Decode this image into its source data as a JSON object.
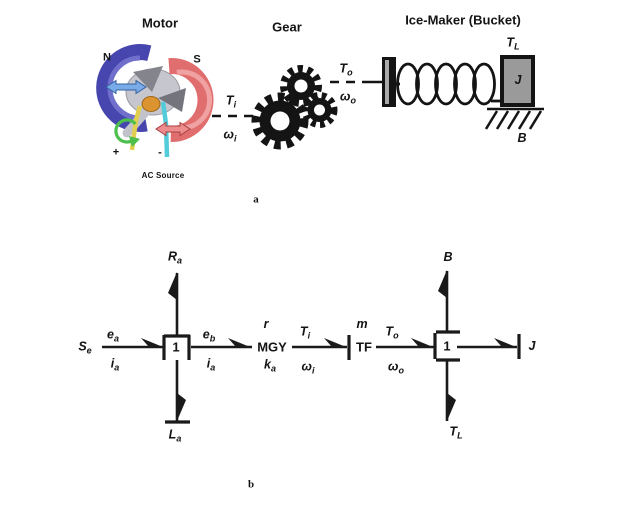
{
  "figure": {
    "caption_a": "a",
    "caption_b": "b"
  },
  "system_diagram": {
    "motor": {
      "title": "Motor",
      "pole_north": "N",
      "pole_south": "S",
      "terminal_plus": "+",
      "terminal_minus": "-",
      "source_label": "AC Source"
    },
    "gear": {
      "title": "Gear",
      "input_torque": {
        "main": "T",
        "sub": "i"
      },
      "input_speed": {
        "main": "ω",
        "sub": "i"
      },
      "output_torque": {
        "main": "T",
        "sub": "o"
      },
      "output_speed": {
        "main": "ω",
        "sub": "o"
      }
    },
    "ice_maker": {
      "title": "Ice-Maker (Bucket)",
      "load_torque": {
        "main": "T",
        "sub": "L"
      },
      "inertia": "J",
      "damping": "B"
    }
  },
  "bond_graph": {
    "source": {
      "main": "S",
      "sub": "e"
    },
    "junction_left": "1",
    "junction_right": "1",
    "resistance": {
      "main": "R",
      "sub": "a"
    },
    "inductance": {
      "main": "L",
      "sub": "a"
    },
    "gyrator": {
      "name": "MGY",
      "top": "r",
      "bottom": {
        "main": "k",
        "sub": "a"
      }
    },
    "transformer": {
      "name": "TF",
      "top": "m"
    },
    "damping": "B",
    "load_torque": {
      "main": "T",
      "sub": "L"
    },
    "inertia": "J",
    "bond_source": {
      "effort": {
        "main": "e",
        "sub": "a"
      },
      "flow": {
        "main": "i",
        "sub": "a"
      }
    },
    "bond_emf": {
      "effort": {
        "main": "e",
        "sub": "b"
      },
      "flow": {
        "main": "i",
        "sub": "a"
      }
    },
    "bond_motor": {
      "effort": {
        "main": "T",
        "sub": "i"
      },
      "flow": {
        "main": "ω",
        "sub": "i"
      }
    },
    "bond_output": {
      "effort": {
        "main": "T",
        "sub": "o"
      },
      "flow": {
        "main": "ω",
        "sub": "o"
      }
    }
  },
  "colors": {
    "ink": "#1a1a1a",
    "magnet_north": "#4646ae",
    "magnet_north_light": "#7070cc",
    "magnet_south": "#e06e6e",
    "magnet_south_light": "#f0a2a2",
    "rotor": "#c6c6ce",
    "commutator": "#dc9430",
    "wire_plus": "#e2cf52",
    "wire_minus": "#52cbdb",
    "rotation_arrow": "#4cbf4c",
    "force_arrow_blue": "#78abe8",
    "force_arrow_red": "#ec8c8c",
    "mass_fill": "#9a9a9a",
    "wall_inner": "#aaaaaa"
  }
}
